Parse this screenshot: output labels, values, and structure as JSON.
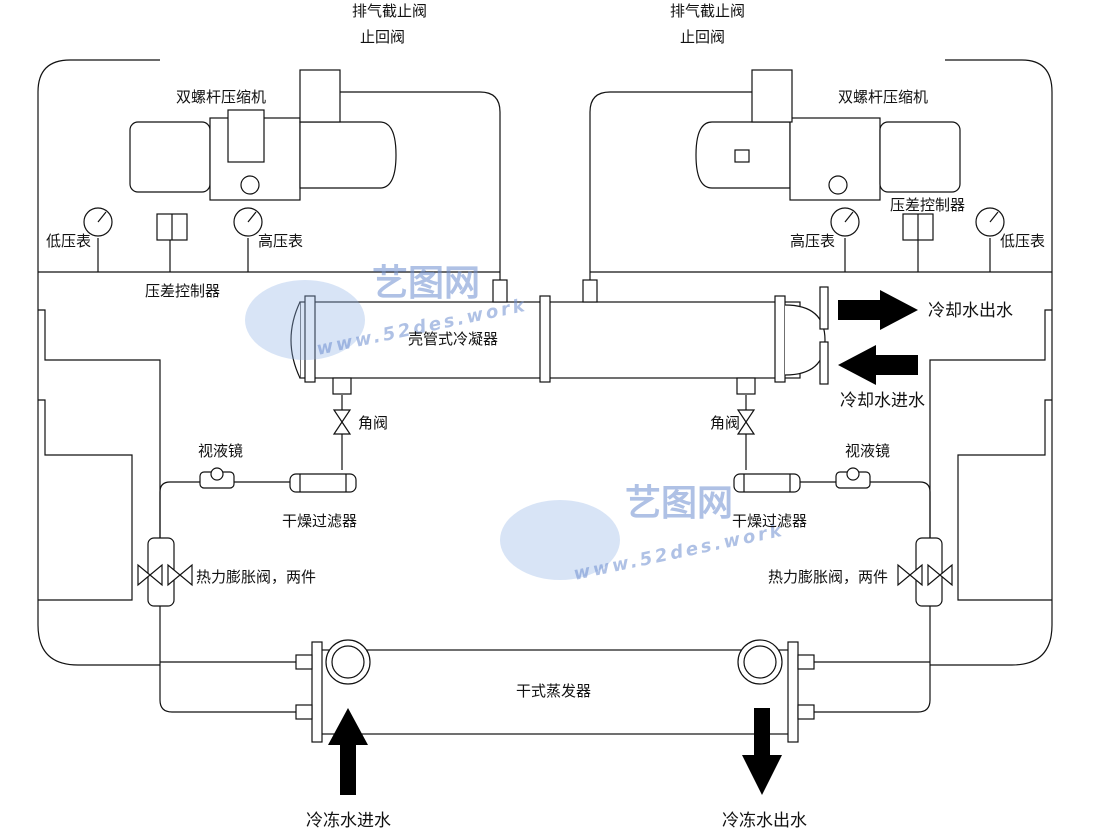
{
  "labels": {
    "discharge_stop_valve_left": "排气截止阀",
    "check_valve_left": "止回阀",
    "discharge_stop_valve_right": "排气截止阀",
    "check_valve_right": "止回阀",
    "compressor_left": "双螺杆压缩机",
    "compressor_right": "双螺杆压缩机",
    "low_gauge_left": "低压表",
    "high_gauge_left": "高压表",
    "diff_pressure_left": "压差控制器",
    "low_gauge_right": "低压表",
    "high_gauge_right": "高压表",
    "diff_pressure_right": "压差控制器",
    "condenser": "壳管式冷凝器",
    "cooling_water_out": "冷却水出水",
    "cooling_water_in": "冷却水进水",
    "angle_valve_left": "角阀",
    "angle_valve_right": "角阀",
    "sight_glass_left": "视液镜",
    "sight_glass_right": "视液镜",
    "dryer_filter_left": "干燥过滤器",
    "dryer_filter_right": "干燥过滤器",
    "expansion_valve_left": "热力膨胀阀，两件",
    "expansion_valve_right": "热力膨胀阀，两件",
    "evaporator": "干式蒸发器",
    "chilled_water_in": "冷冻水进水",
    "chilled_water_out": "冷冻水出水"
  },
  "watermark": {
    "brand": "艺图网",
    "url": "www.52des.work"
  },
  "colors": {
    "line": "#111111",
    "watermark": "#6f8fd0"
  }
}
